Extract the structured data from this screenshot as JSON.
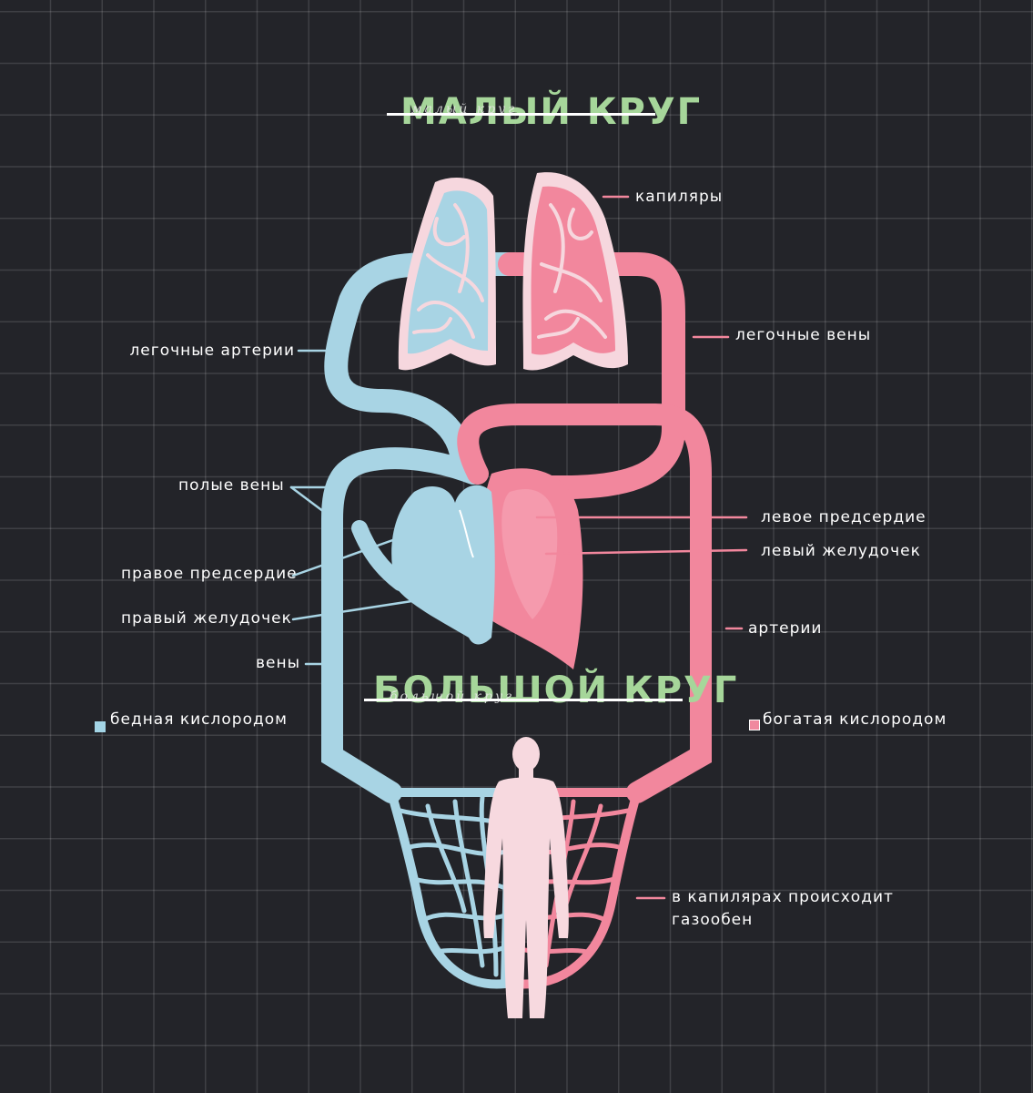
{
  "titles": {
    "small_circle": "МАЛЫЙ КРУГ",
    "small_circle_sub": "малый круг",
    "big_circle": "БОЛЬШОЙ КРУГ",
    "big_circle_sub": "большой круг"
  },
  "labels": {
    "capillaries": "капиляры",
    "pulmonary_arteries": "легочные артерии",
    "pulmonary_veins": "легочные вены",
    "vena_cava": "полые вены",
    "left_atrium": "левое предсердие",
    "left_ventricle": "левый желудочек",
    "right_atrium": "правое предсердие",
    "right_ventricle": "правый желудочек",
    "arteries": "артерии",
    "veins": "вены",
    "gas_exchange_line1": "в капилярах происходит",
    "gas_exchange_line2": "газообен"
  },
  "legend": {
    "poor": {
      "label": "бедная кислородом",
      "color": "#a3d5e6"
    },
    "rich": {
      "label": "богатая кислородом",
      "color": "#f0899f"
    }
  },
  "colors": {
    "blue": "#a8d4e4",
    "pink": "#f2879d",
    "lung_light": "#f6d7de",
    "body": "#f7d9df",
    "title_green": "#a6d69a",
    "background": "#232429"
  }
}
